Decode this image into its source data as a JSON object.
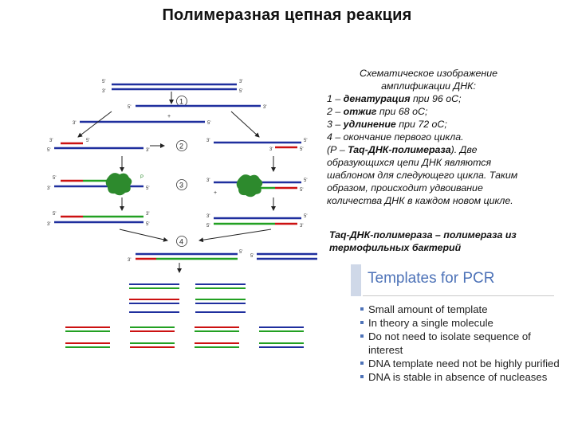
{
  "title": "Полимеразная цепная реакция",
  "caption": {
    "header_1": "Схематическое изображение",
    "header_2": "амплификации ДНК:",
    "step1_num": "1 – ",
    "step1_term": "денатурация",
    "step1_rest": " при 96 оС;",
    "step2_num": "2 – ",
    "step2_term": "отжиг",
    "step2_rest": " при 68 оС;",
    "step3_num": "3 – ",
    "step3_term": "удлинение",
    "step3_rest": " при 72 оС;",
    "step4": "4 – окончание первого цикла.",
    "paren_open": "(Р – ",
    "paren_term": "Taq-ДНК-полимераза",
    "paren_rest": "). Две образующихся цепи ДНК являются шаблоном для следующего цикла. Таким образом, происходит удвоивание количества ДНК в каждом новом цикле."
  },
  "note": "Taq-ДНК-полимераза – полимераза из термофильных бактерий",
  "templates": {
    "title": "Templates for PCR",
    "accent_color": "#4e73b8",
    "items": [
      "Small amount of template",
      "In theory a single molecule",
      "Do not need to isolate sequence of interest",
      "DNA template need not be highly purified",
      "DNA is stable in absence of nucleases"
    ]
  },
  "diagram": {
    "step_labels": [
      "1",
      "2",
      "3",
      "4"
    ],
    "end3": "3'",
    "end5": "5'",
    "polymerase_label": "P",
    "colors": {
      "template": "#1f2f9e",
      "primer": "#cc1111",
      "new_strand": "#22a022",
      "polymerase": "#2d8a2d"
    }
  }
}
